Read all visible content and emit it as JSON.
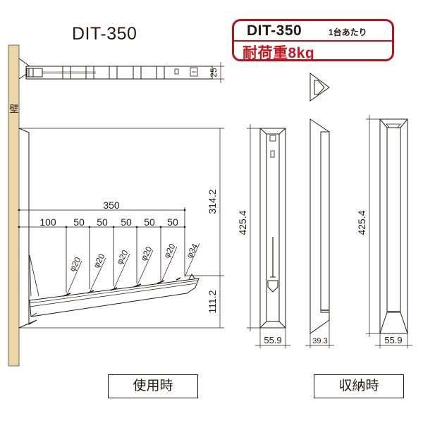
{
  "title": "DIT-350",
  "spec_box": {
    "model": "DIT-350",
    "unit": "1台あたり",
    "load_label": "耐荷重8kg",
    "border_color": "#b5121b",
    "load_color": "#c8161d"
  },
  "wall": {
    "label": "壁",
    "fill_color": "#ecd6a8"
  },
  "top_view": {
    "thickness_dim": "25"
  },
  "in_use_view": {
    "overall_width_dim": "350",
    "spacing_dims": [
      "100",
      "50",
      "50",
      "50",
      "50",
      "50"
    ],
    "pin_diameters": [
      "φ20",
      "φ20",
      "φ20",
      "φ20",
      "φ20",
      "φ34"
    ],
    "upper_height_dim": "314.2",
    "lower_height_dim": "111.2"
  },
  "front_view": {
    "height_dim": "425.4",
    "width_dim": "55.9"
  },
  "side_view": {
    "depth_dim": "39.3"
  },
  "stored_view": {
    "height_dim": "425.4",
    "width_dim": "55.9"
  },
  "labels": {
    "in_use": "使用時",
    "stored": "収納時"
  }
}
